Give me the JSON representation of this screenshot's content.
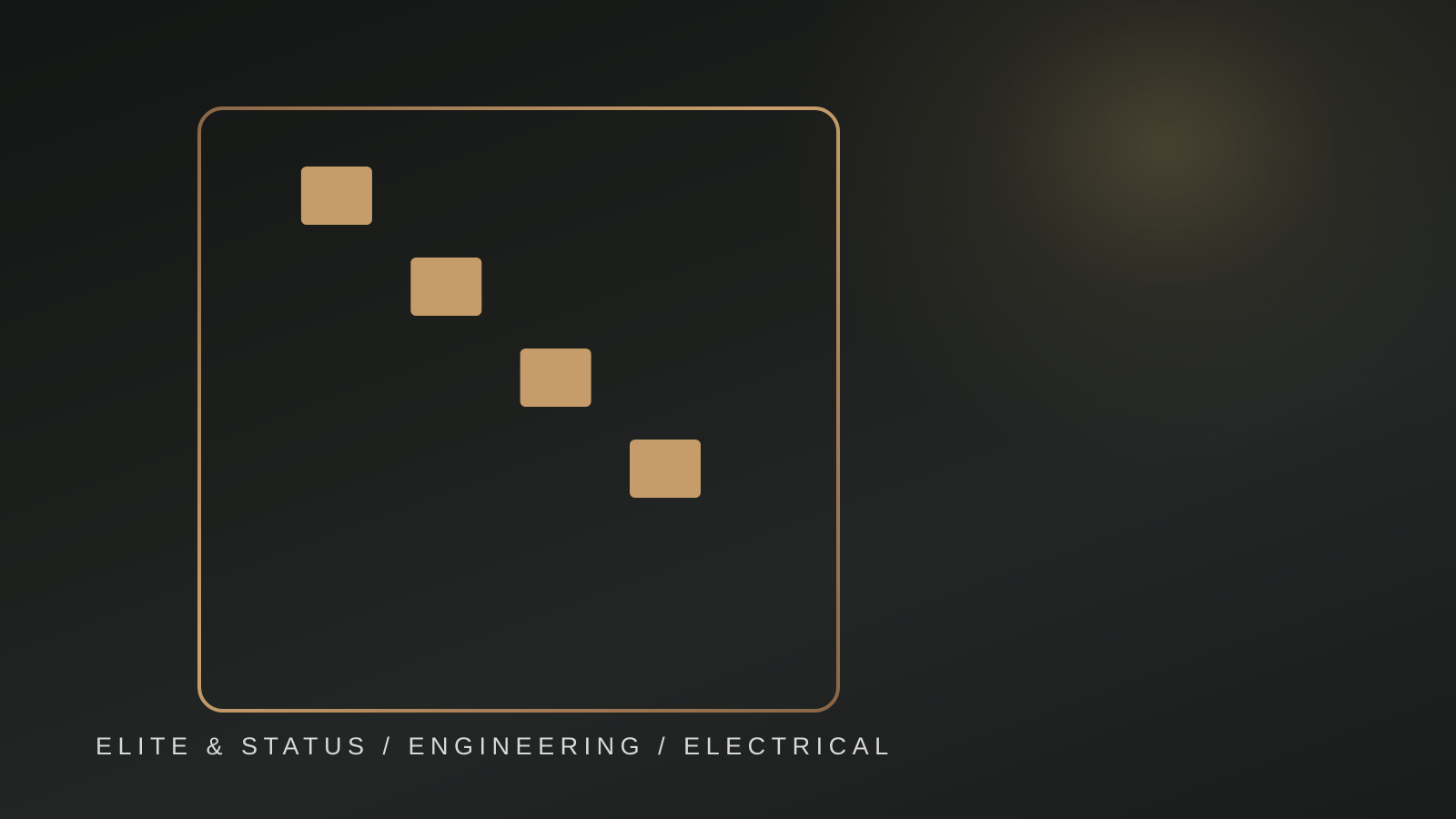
{
  "caption": "ELITE & STATUS / ENGINEERING / ELECTRICAL",
  "colors": {
    "bronze_light": "#c89f6c",
    "bronze_dark": "#8a6646",
    "knob": "#c69d6a",
    "caption": "#d9d9d6",
    "background": "#1d1f1e"
  },
  "sliders": [
    {
      "level": 0.125
    },
    {
      "level": 0.35
    },
    {
      "level": 0.575
    },
    {
      "level": 0.8
    },
    {
      "level": null
    }
  ],
  "side_lines": [
    {
      "length_fraction": 1.0
    },
    {
      "length_fraction": 0.69
    },
    {
      "length_fraction": 1.0
    },
    {
      "length_fraction": 0.8
    }
  ]
}
